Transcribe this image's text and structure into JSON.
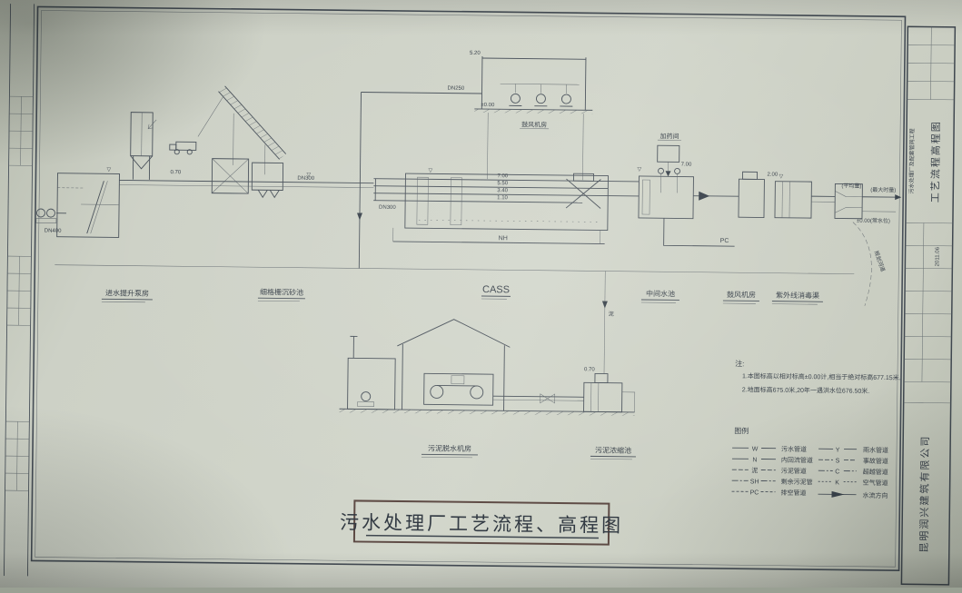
{
  "title": "污水处理厂工艺流程、高程图",
  "titleblock": {
    "project": "污水处理厂及配套管网工程",
    "drawing": "工艺流程高程图",
    "company": "昆明润兴建筑有限公司",
    "date": "2011.06"
  },
  "stations": {
    "inlet_pump": "进水提升泵房",
    "fine_screen": "细格栅沉砂池",
    "cass": "CASS",
    "middle_tank": "中间水池",
    "blower_room": "鼓风机房",
    "blower_house_top": "鼓风机房",
    "uv": "紫外线消毒渠",
    "dosing": "加药间",
    "dewatering": "污泥脱水机房",
    "sludge_thickener": "污泥浓缩池"
  },
  "pipes": {
    "nh": "NH",
    "pc": "PC",
    "sludge": "泥"
  },
  "levels": {
    "l520": "5.20",
    "l000": "±0.00",
    "l700": "7.00",
    "l550": "5.50",
    "l340": "3.40",
    "l110": "1.10",
    "l200": "2.00",
    "l070": "0.70",
    "dn250": "DN250",
    "dn300": "DN300",
    "dn400": "DN400",
    "tri": "▽"
  },
  "outfall": {
    "avg": "(平均量)",
    "max": "(最大时量)",
    "level": "±0.00(常水位)",
    "river": "规划河道"
  },
  "notes": {
    "head": "注:",
    "n1": "1.本图标高以相对标高±0.00计,相当于绝对标高677.15米.",
    "n2": "2.地面标高675.0米,20年一遇洪水位676.50米."
  },
  "legend": {
    "title": "图例",
    "left": [
      {
        "code": "W",
        "desc": "污水管道"
      },
      {
        "code": "N",
        "desc": "内回流管道"
      },
      {
        "code": "泥",
        "desc": "污泥管道"
      },
      {
        "code": "SH",
        "desc": "剩余污泥管"
      },
      {
        "code": "PC",
        "desc": "排空管道"
      }
    ],
    "right": [
      {
        "code": "Y",
        "desc": "雨水管道"
      },
      {
        "code": "S",
        "desc": "事故管道"
      },
      {
        "code": "C",
        "desc": "超越管道"
      },
      {
        "code": "K",
        "desc": "空气管道"
      },
      {
        "code": "",
        "desc": "水流方向"
      }
    ]
  }
}
